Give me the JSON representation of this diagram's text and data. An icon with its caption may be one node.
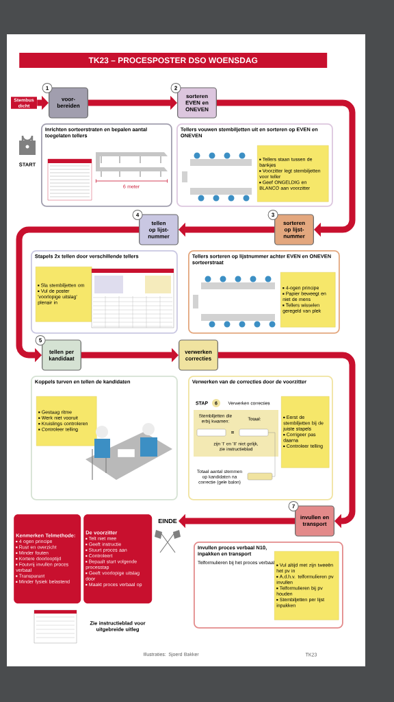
{
  "diagram": {
    "title": "TK23 – PROCESPOSTER DSO WOENSDAG",
    "nodes": [
      {
        "text": [
          "Stembus dicht"
        ]
      },
      {
        "text": [
          "voor- bereiden"
        ],
        "beside": [
          "1"
        ]
      },
      {
        "text": [
          "sorteren EVEN en ONEVEN"
        ],
        "beside": [
          "2"
        ]
      },
      {
        "text": [
          "sorteren op lijst- nummer"
        ],
        "beside": [
          "3"
        ]
      },
      {
        "text": [
          "tellen op lijst- nummer"
        ],
        "beside": [
          "4"
        ]
      },
      {
        "text": [
          "tellen per kandidaat"
        ],
        "beside": [
          "5"
        ]
      },
      {
        "text": [
          "verwerken correcties"
        ]
      },
      {
        "text": [
          "invullen en transport"
        ],
        "beside": [
          "7"
        ]
      },
      {
        "text": [
          "EINDE"
        ]
      },
      {
        "text": [
          "Inrichten sorteerstraten en bepalen aantal toegelaten tellers"
        ]
      },
      {
        "text": [
          "Tellers vouwen stembiljetten uit en sorteren op EVEN en ONEVEN"
        ]
      },
      {
        "text": [
          "Tellers staan tussen de bankjes",
          "Voorzitter legt stembiljetten voor teller",
          "Geef ONGELDIG en BLANCO aan voorzitter"
        ],
        "in": 10
      },
      {
        "text": [
          "Stapels 2x tellen door verschillende tellers"
        ]
      },
      {
        "text": [
          "Sla stembiljetten om",
          "Vul de poster 'voorlopige uitslag' plenair in"
        ],
        "in": 12
      },
      {
        "text": [
          "Tellers sorteren op lijstnummer achter EVEN en ONEVEN sorteerstraat"
        ]
      },
      {
        "text": [
          "4-ogen principe",
          "Papier beweegt en niet de mens",
          "Tellers wisselen geregeld van plek"
        ],
        "in": 14
      },
      {
        "text": [
          "Koppels turven en tellen de kandidaten"
        ]
      },
      {
        "text": [
          "Gestaag ritme",
          "Werk niet vooruit",
          "Kruislings controleren",
          "Controleer telling"
        ],
        "in": 16
      },
      {
        "text": [
          "Verwerken van de correcties door de voorzitter"
        ]
      },
      {
        "text": [
          "Eerst de stembiljetten bij de juiste stapels",
          "Corrigeer pas daarna",
          "Controleer telling"
        ],
        "in": 18
      },
      {
        "text": [
          "Invullen proces verbaal N10, inpakken en transport",
          "Telformulieren bij het proces verbaal."
        ]
      },
      {
        "text": [
          "Vul altijd met zijn tweeën het pv in",
          "A.d.h.v. telformulieren pv invullen",
          "Telformulieren bij pv houden",
          "Stembiljetten per lijst inpakken"
        ],
        "in": 20
      },
      {
        "text": [
          "Kenmerken Telmethode:",
          "4 ogen principe",
          "Rust en overzicht",
          "Minder fouten",
          "Kortere doorlooptijd",
          "Foutvrij invullen proces verbaal",
          "Transparant",
          "Minder fysiek belastend"
        ]
      },
      {
        "text": [
          "De voorzitter",
          "Telt niet mee",
          "Geeft instructie",
          "Stuurt proces aan",
          "Controleert",
          "Bepaalt start volgende processtap",
          "Geeft voorlopige uitslag door",
          "Maakt proces verbaal op"
        ]
      }
    ],
    "edges": [
      {
        "from": 0,
        "to": 1,
        "arrow": "to"
      },
      {
        "from": 1,
        "to": 2,
        "arrow": "to"
      },
      {
        "from": 2,
        "to": 3,
        "arrow": "to"
      },
      {
        "from": 3,
        "to": 4,
        "arrow": "to"
      },
      {
        "from": 4,
        "to": 5,
        "arrow": "to"
      },
      {
        "from": 5,
        "to": 6,
        "arrow": "to"
      },
      {
        "from": 6,
        "to": 7,
        "arrow": "to"
      },
      {
        "from": 7,
        "to": 8,
        "arrow": "to"
      }
    ],
    "labels": [
      "START",
      "6 meter",
      "STAP",
      "6",
      "Verwerken correcties",
      "Stembiljetten die erbij kwamen:",
      "Totaal:",
      "=",
      "zijn 'I' en 'II' niet gelijk, zie instructieblad",
      "Totaal aantal stemmen op kandidaten na correctie (gele balon)",
      "Zie instructieblad voor uitgebreide uitleg",
      "Illustraties: Sjoerd Bakker",
      "TK23"
    ]
  }
}
